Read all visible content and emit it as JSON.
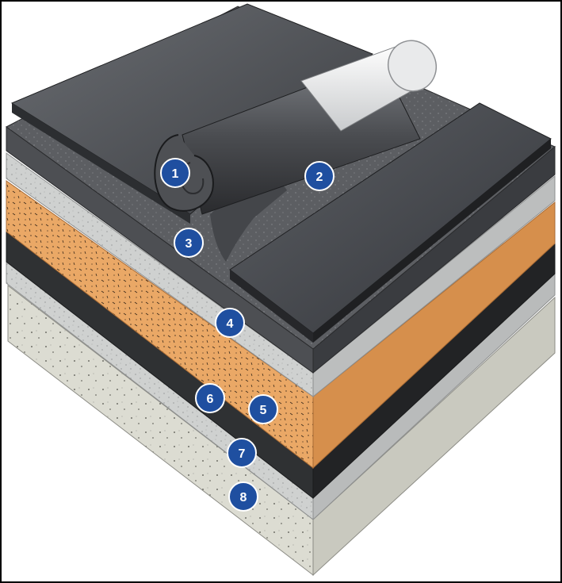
{
  "colors": {
    "frame": "#000000",
    "membrane_top": "#4a4d52",
    "membrane_dark": "#2b2d30",
    "adhesive": "#606266",
    "separator_grey": "#c9cbcb",
    "insulation": "#e8a869",
    "insulation_side": "#d9934f",
    "vapour_barrier": "#343638",
    "concrete": "#d9d9d0",
    "badge": "#1f4fa0"
  },
  "callouts": [
    {
      "label": "1",
      "icon": "layer-number-badge"
    },
    {
      "label": "2",
      "icon": "layer-number-badge"
    },
    {
      "label": "3",
      "icon": "layer-number-badge"
    },
    {
      "label": "4",
      "icon": "layer-number-badge"
    },
    {
      "label": "5",
      "icon": "layer-number-badge"
    },
    {
      "label": "6",
      "icon": "layer-number-badge"
    },
    {
      "label": "7",
      "icon": "layer-number-badge"
    },
    {
      "label": "8",
      "icon": "layer-number-badge"
    }
  ]
}
